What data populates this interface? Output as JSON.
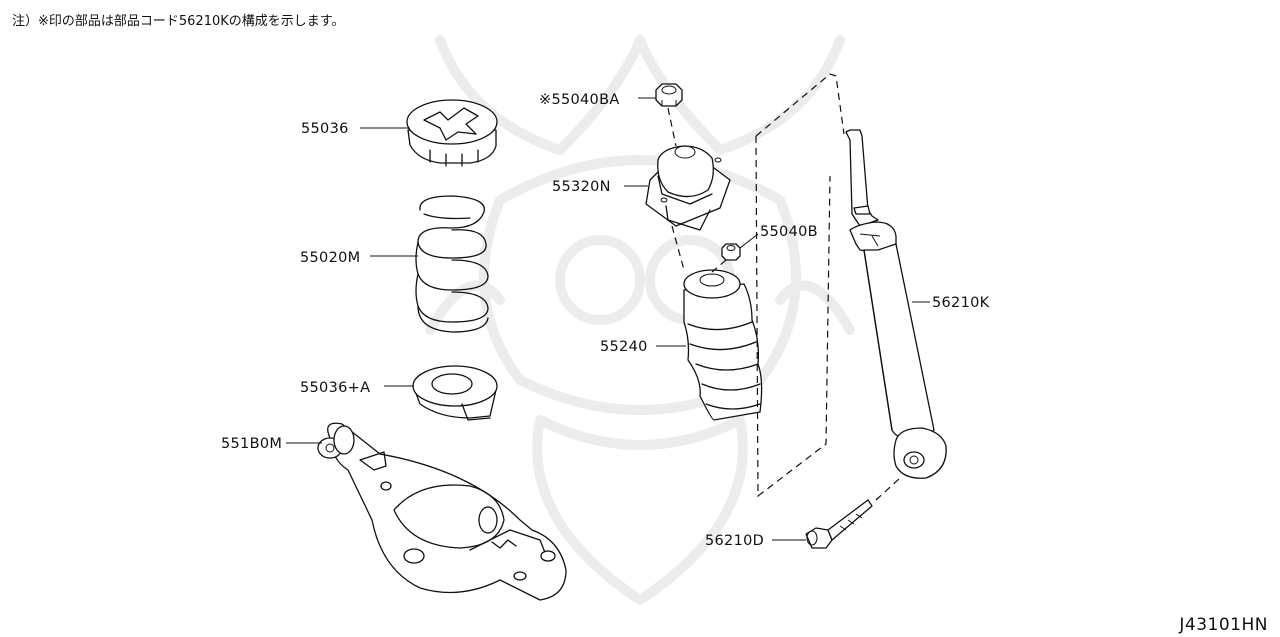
{
  "header_note": "注）※印の部品は部品コード56210Kの構成を示します。",
  "diagram_code": "J43101HN",
  "parts": [
    {
      "label": "55036"
    },
    {
      "label": "55020M"
    },
    {
      "label": "55036+A"
    },
    {
      "label": "551B0M"
    },
    {
      "label": "※55040BA"
    },
    {
      "label": "55320N"
    },
    {
      "label": "55040B"
    },
    {
      "label": "55240"
    },
    {
      "label": "56210K"
    },
    {
      "label": "56210D"
    }
  ]
}
